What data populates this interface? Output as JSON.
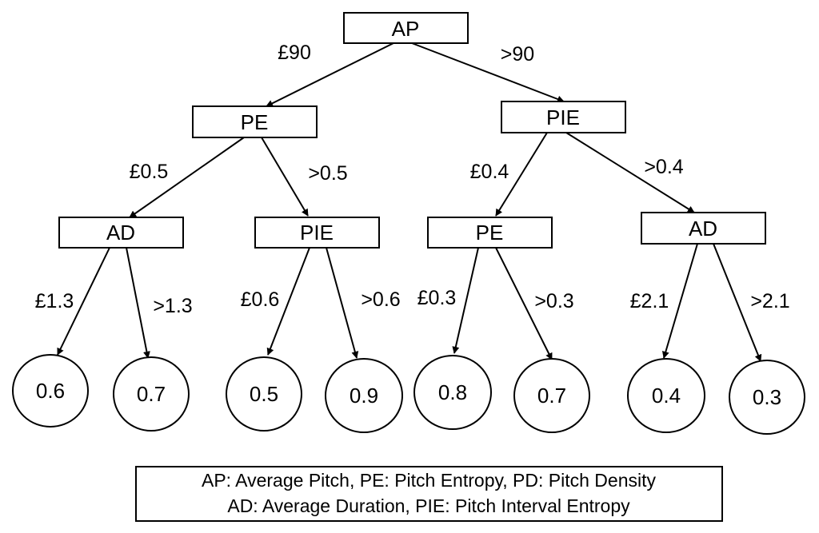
{
  "nodes": {
    "root": "AP",
    "left": "PE",
    "right": "PIE",
    "left_left": "AD",
    "left_right": "PIE",
    "right_left": "PE",
    "right_right": "AD"
  },
  "edges": {
    "root_left": "£90",
    "root_right": ">90",
    "left_left": "£0.5",
    "left_right": ">0.5",
    "right_left": "£0.4",
    "right_right": ">0.4",
    "ll_a": "£1.3",
    "ll_b": ">1.3",
    "lr_a": "£0.6",
    "lr_b": ">0.6",
    "rl_a": "£0.3",
    "rl_b": ">0.3",
    "rr_a": "£2.1",
    "rr_b": ">2.1"
  },
  "leaves": [
    "0.6",
    "0.7",
    "0.5",
    "0.9",
    "0.8",
    "0.7",
    "0.4",
    "0.3"
  ],
  "legend": {
    "line1": "AP: Average Pitch, PE: Pitch Entropy, PD: Pitch Density",
    "line2": "AD: Average Duration, PIE: Pitch Interval Entropy"
  }
}
